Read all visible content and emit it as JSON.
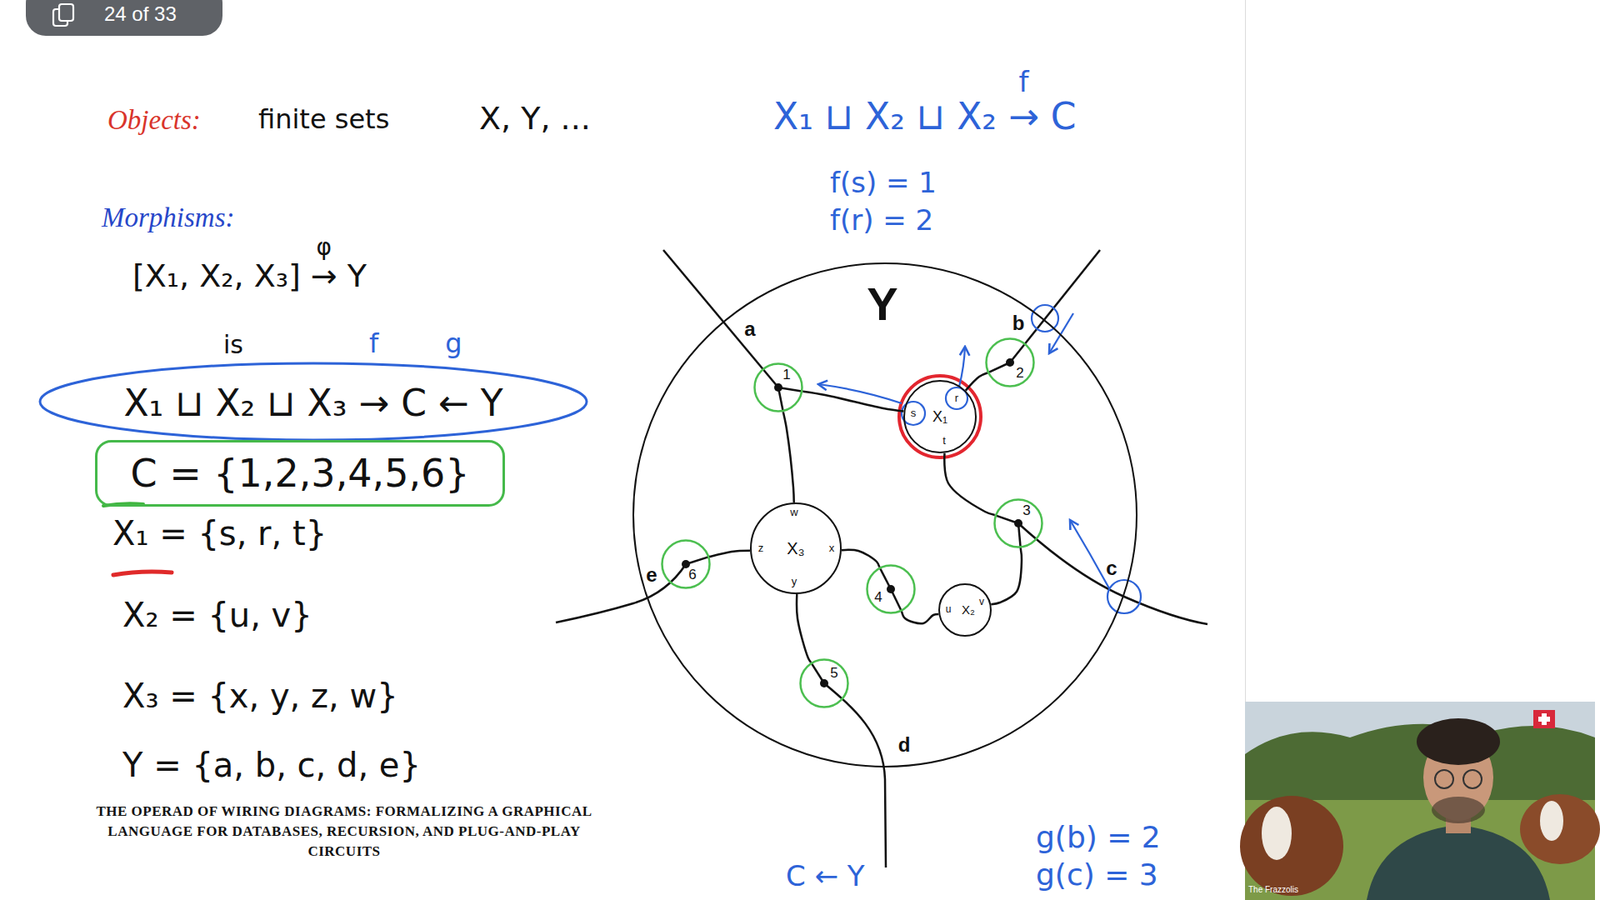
{
  "diagram": {
    "caption": "THE OPERAD OF WIRING DIAGRAMS: FORMALIZING A GRAPHICAL LANGUAGE FOR DATABASES, RECURSION, AND PLUG-AND-PLAY CIRCUITS",
    "nodes": [
      {
        "text": [
          "X₁ ⊔ X₂ ⊔ X₃ → C ← Y",
          "f",
          "g"
        ]
      },
      {
        "text": [
          "C = {1,2,3,4,5,6}"
        ]
      },
      {
        "text": [
          "Y"
        ]
      },
      {
        "text": [
          "1"
        ],
        "in": 2
      },
      {
        "text": [
          "X₁",
          "s",
          "r",
          "t"
        ],
        "in": 2
      },
      {
        "text": [
          "2"
        ],
        "in": 2
      },
      {
        "text": [
          "3"
        ],
        "in": 2
      },
      {
        "text": [
          "6"
        ],
        "in": 2
      },
      {
        "text": [
          "X₃",
          "w",
          "z",
          "x",
          "y"
        ],
        "in": 2
      },
      {
        "text": [
          "4"
        ],
        "in": 2
      },
      {
        "text": [
          "X₂",
          "u",
          "v"
        ],
        "in": 2
      },
      {
        "text": [
          "5"
        ],
        "in": 2
      }
    ],
    "edges": [
      {
        "from": 4,
        "to": 3,
        "arrow": "none"
      },
      {
        "from": 3,
        "to": 8,
        "arrow": "none"
      },
      {
        "from": 4,
        "to": 5,
        "arrow": "none"
      },
      {
        "from": 4,
        "to": 6,
        "arrow": "none"
      },
      {
        "from": 6,
        "to": 10,
        "arrow": "none"
      },
      {
        "from": 8,
        "to": 9,
        "arrow": "none"
      },
      {
        "from": 9,
        "to": 10,
        "arrow": "none"
      },
      {
        "from": 8,
        "to": 7,
        "arrow": "none"
      },
      {
        "from": 8,
        "to": 11,
        "arrow": "none"
      }
    ],
    "labels": [
      "24 of 33",
      "Objects:",
      "finite sets",
      "X, Y, ...",
      "Morphisms:",
      "[X₁, X₂, X₃] → Y",
      "φ",
      "is",
      "X₁ = {s, r, t}",
      "X₂ = {u, v}",
      "X₃ = {x, y, z, w}",
      "Y = {a, b, c, d, e}",
      "X₁ ⊔ X₂ ⊔ X₂ → C",
      "f",
      "f(s) = 1",
      "f(r) = 2",
      "a",
      "b",
      "c",
      "d",
      "e",
      "g(b) = 2",
      "g(c) = 3",
      "C ← Y",
      "The Frazzolis"
    ]
  }
}
